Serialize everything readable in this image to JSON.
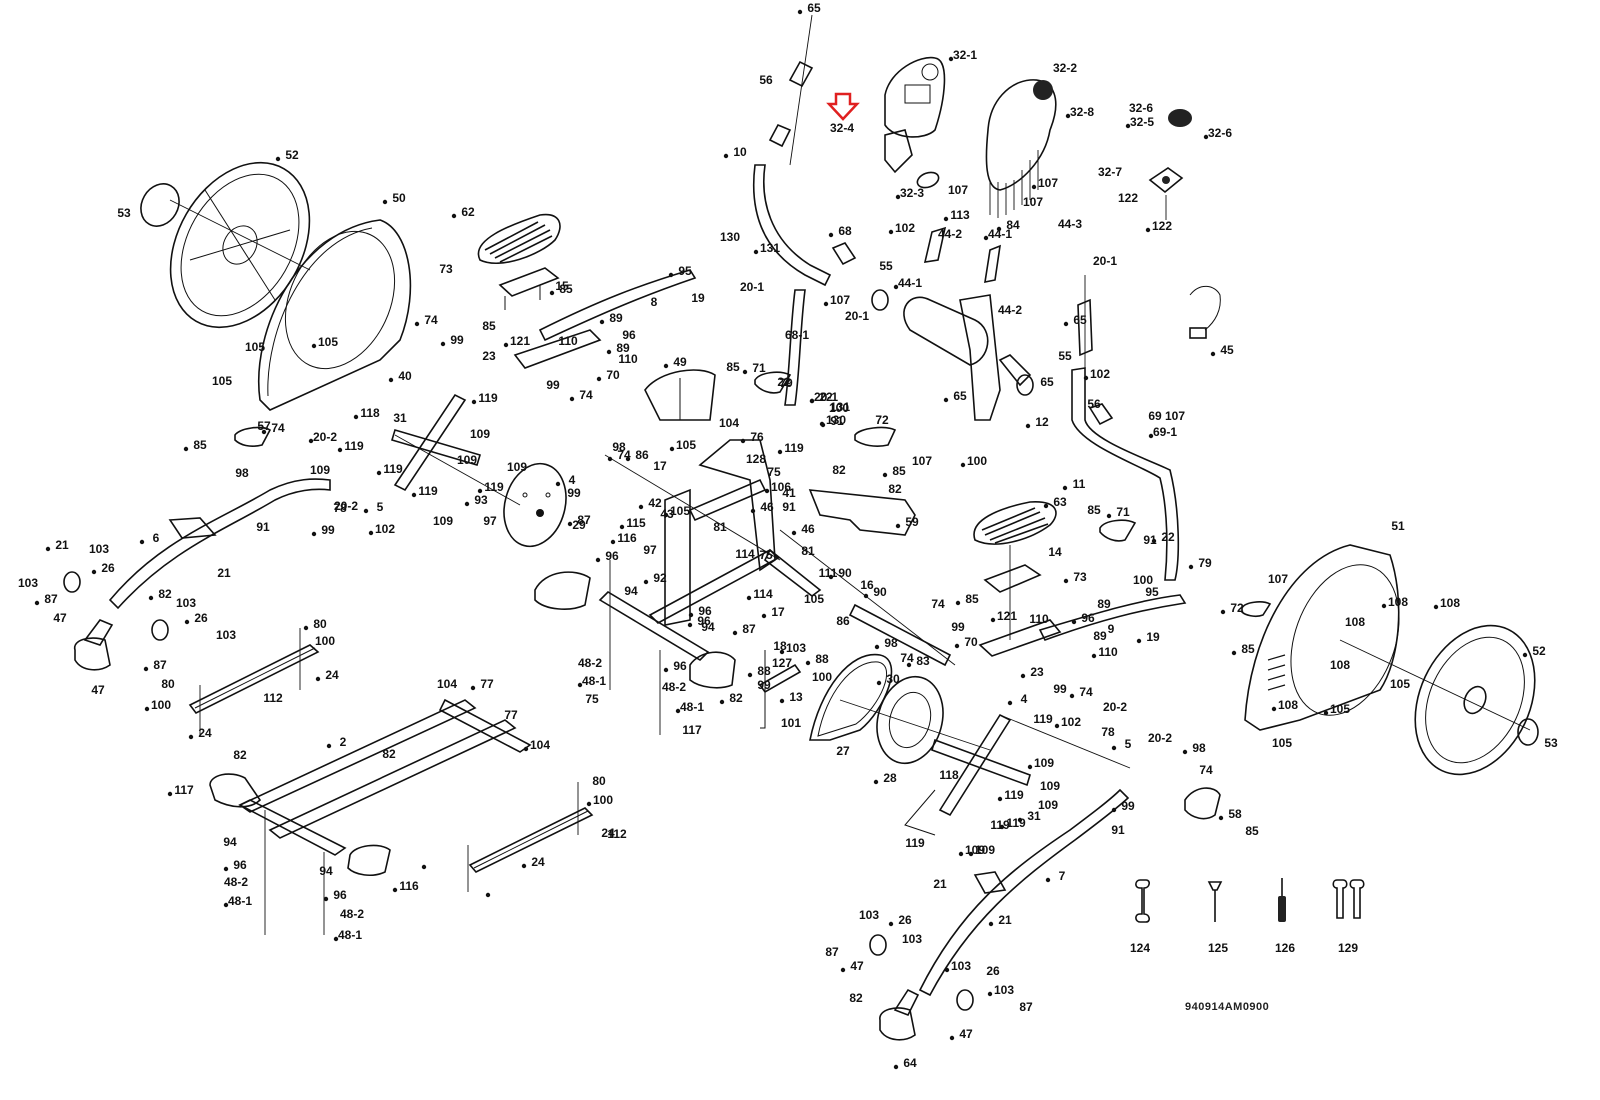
{
  "diagram": {
    "type": "exploded-parts-diagram",
    "subject": "elliptical trainer",
    "drawing_code": "940914AM0900",
    "highlight_marker": {
      "color": "#e02020",
      "points_to": "32-4",
      "shape": "down-arrow-outline"
    },
    "console_parts": [
      "32-1",
      "32-2",
      "32-3",
      "32-4",
      "32-5",
      "32-6",
      "32-6",
      "32-7",
      "32-8",
      "107",
      "107",
      "107",
      "84",
      "122",
      "122"
    ],
    "handlebar_parts": [
      "65",
      "56",
      "10",
      "130",
      "131",
      "20-1",
      "68",
      "68-1",
      "107",
      "20-1",
      "102",
      "55",
      "44-1",
      "44-2",
      "44-1",
      "44-2",
      "113",
      "44-3",
      "65",
      "65",
      "12",
      "55",
      "102",
      "20-1",
      "65",
      "56",
      "11",
      "69",
      "69-1",
      "107",
      "20-1",
      "131",
      "130",
      "22",
      "100",
      "91",
      "79",
      "39"
    ],
    "sensor_parts": [
      "45"
    ],
    "left_cover_parts": [
      "52",
      "53",
      "50",
      "105",
      "105",
      "105",
      "40"
    ],
    "left_pedal_parts": [
      "62",
      "15",
      "85",
      "73",
      "74",
      "85",
      "99",
      "23",
      "121",
      "110",
      "89",
      "96",
      "89",
      "110",
      "70",
      "99",
      "74",
      "8",
      "95",
      "19"
    ],
    "left_crank_parts": [
      "118",
      "31",
      "119",
      "109",
      "119",
      "109",
      "119",
      "109",
      "93",
      "97",
      "119",
      "109",
      "119",
      "109",
      "5",
      "20-2",
      "102",
      "99",
      "4",
      "29",
      "87",
      "93"
    ],
    "left_arm_parts": [
      "85",
      "57",
      "74",
      "98",
      "20-2",
      "78",
      "99",
      "91",
      "6",
      "21",
      "21",
      "103",
      "26",
      "103",
      "87",
      "47",
      "82",
      "103",
      "26",
      "103",
      "87",
      "47",
      "64"
    ],
    "left_rail_parts": [
      "80",
      "100",
      "24",
      "80",
      "100",
      "112",
      "24"
    ],
    "main_frame_parts": [
      "49",
      "85",
      "71",
      "79",
      "22",
      "100",
      "91",
      "72",
      "85",
      "107",
      "74",
      "98",
      "86",
      "17",
      "105",
      "104",
      "76",
      "128",
      "119",
      "75",
      "106",
      "41",
      "42",
      "43",
      "105",
      "81",
      "46",
      "91",
      "46",
      "81",
      "115",
      "97",
      "92",
      "82",
      "59",
      "82",
      "116",
      "75",
      "96",
      "94",
      "96",
      "48-2",
      "48-1",
      "75",
      "96",
      "94",
      "96",
      "48-2",
      "48-1",
      "117",
      "82",
      "114",
      "114",
      "105",
      "17",
      "111",
      "90",
      "16",
      "90",
      "86",
      "98",
      "74",
      "83"
    ],
    "rear_parts": [
      "87",
      "18",
      "103",
      "127",
      "88",
      "99",
      "88",
      "100",
      "13",
      "101",
      "30",
      "27",
      "28"
    ],
    "base_frame_parts": [
      "2",
      "104",
      "77",
      "77",
      "104",
      "82",
      "117",
      "94",
      "96",
      "48-2",
      "48-1",
      "82",
      "116",
      "94",
      "96",
      "48-2",
      "48-1",
      "80",
      "100",
      "112",
      "24",
      "24"
    ],
    "right_pedal_parts": [
      "63",
      "85",
      "71",
      "14",
      "73",
      "74",
      "85",
      "99",
      "121",
      "110",
      "70",
      "89",
      "96",
      "89",
      "110",
      "9",
      "23",
      "99",
      "74",
      "95",
      "19",
      "91",
      "22",
      "100",
      "79"
    ],
    "right_crank_parts": [
      "4",
      "119",
      "102",
      "20-2",
      "109",
      "118",
      "119",
      "109",
      "119",
      "109",
      "31",
      "119",
      "109",
      "119",
      "109",
      "78",
      "5",
      "20-2",
      "98",
      "74",
      "99",
      "91",
      "58",
      "85"
    ],
    "right_arm_parts": [
      "7",
      "21",
      "21",
      "103",
      "26",
      "87",
      "47",
      "103",
      "103",
      "26",
      "103",
      "87",
      "47",
      "82",
      "64"
    ],
    "right_cover_parts": [
      "72",
      "107",
      "85",
      "51",
      "108",
      "108",
      "108",
      "108",
      "108",
      "105",
      "105",
      "105",
      "52",
      "53"
    ],
    "tools": [
      {
        "id": "124",
        "name": "wrench-icon"
      },
      {
        "id": "125",
        "name": "allen-key-icon"
      },
      {
        "id": "126",
        "name": "screwdriver-icon"
      },
      {
        "id": "129",
        "name": "double-wrench-icon"
      }
    ]
  }
}
